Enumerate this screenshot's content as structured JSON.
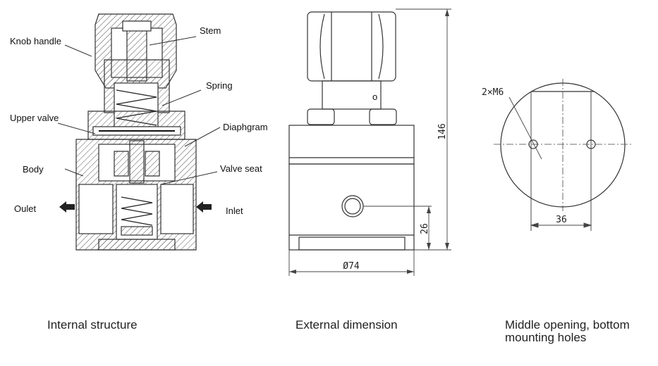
{
  "internal": {
    "labels": {
      "knob": "Knob handle",
      "stem": "Stem",
      "spring": "Spring",
      "upper_valve": "Upper valve",
      "diaphragm": "Diaphgram",
      "body": "Body",
      "valve_seat": "Valve seat",
      "outlet": "Oulet",
      "inlet": "Inlet"
    },
    "caption": "Internal structure"
  },
  "external": {
    "height_dim": "146",
    "port_height_dim": "26",
    "diameter_dim": "Ø74",
    "marking": "o",
    "caption": "External dimension"
  },
  "bottom": {
    "hole_label": "2×M6",
    "spacing_dim": "36",
    "caption_line1": "Middle opening, bottom",
    "caption_line2": "mounting holes"
  }
}
